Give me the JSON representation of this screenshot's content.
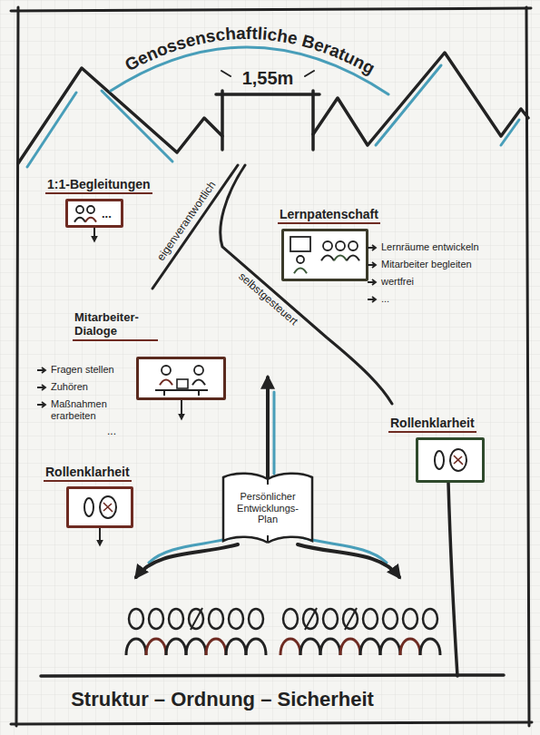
{
  "diagram": {
    "title": "Genossenschaftliche Beratung",
    "nodes": [
      {
        "text": [
          "1:1-Begleitungen",
          "..."
        ]
      },
      {
        "text": [
          "Lernpatenschaft",
          "Lernräume entwickeln",
          "Mitarbeiter begleiten",
          "wertfrei",
          "..."
        ]
      },
      {
        "text": [
          "Mitarbeiter-Dialoge",
          "Fragen stellen",
          "Zuhören",
          "Maßnahmen erarbeiten",
          "..."
        ]
      },
      {
        "text": [
          "Rollenklarheit"
        ]
      },
      {
        "text": [
          "Rollenklarheit"
        ]
      },
      {
        "text": [
          "Persönlicher Entwicklungs-Plan"
        ]
      }
    ],
    "labels": [
      "1,55m",
      "eigenverantwortlich",
      "selbstgesteuert",
      "Struktur – Ordnung – Sicherheit"
    ]
  }
}
